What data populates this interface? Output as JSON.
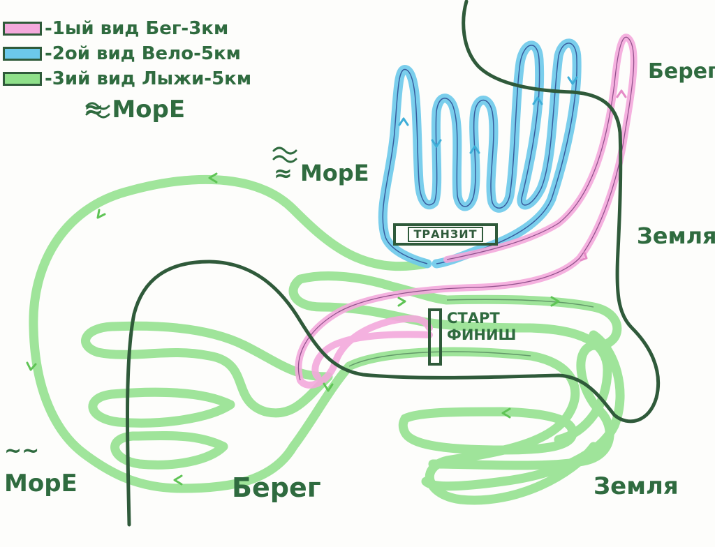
{
  "legend": [
    {
      "label": "-1ый вид Бег-3км",
      "color": "#f4a9dc"
    },
    {
      "label": "-2ой вид Вело-5км",
      "color": "#6cc9ea"
    },
    {
      "label": "-3ий вид Лыжи-5км",
      "color": "#8fe08a"
    }
  ],
  "labels": {
    "sea_top": "≈ МорЕ",
    "sea_mid": "≈ МорЕ",
    "sea_left_wave": "~~",
    "sea_left": "МорЕ",
    "shore_bottom": "Берег",
    "shore_right": "Берег",
    "land_right": "Земля",
    "land_bottom": "Земля",
    "transit": "ТРАНЗИТ",
    "start_line1": "СТАРТ",
    "start_line2": "ФИНИШ"
  },
  "colors": {
    "run": "#f4a9dc",
    "bike": "#6cc9ea",
    "ski": "#8fe08a",
    "coast": "#2f5a3a",
    "ink": "#2f6b3f"
  }
}
